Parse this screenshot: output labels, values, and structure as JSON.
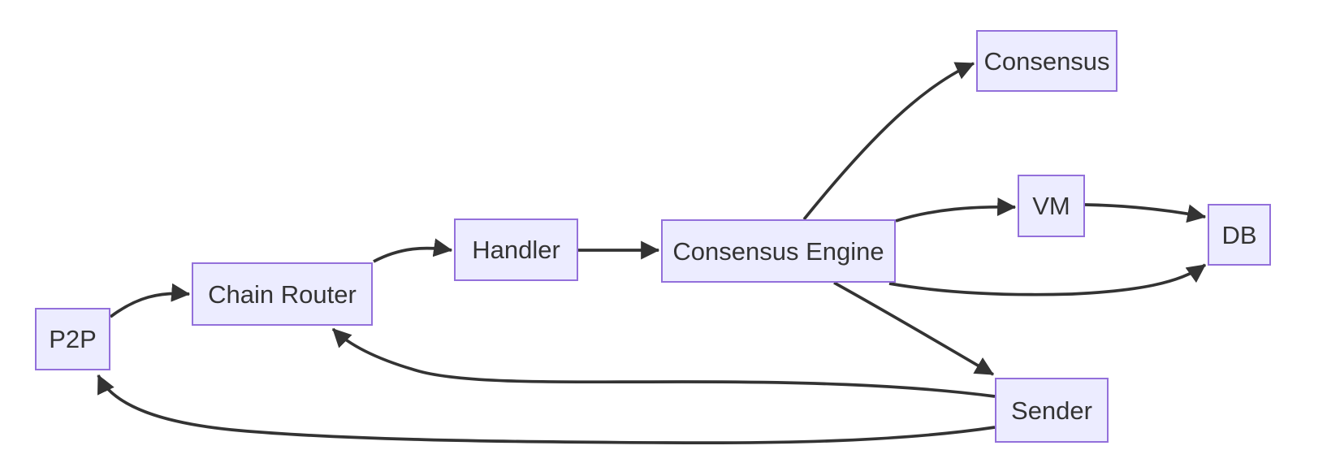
{
  "diagram": {
    "type": "flowchart",
    "direction": "left-to-right",
    "background": "#ffffff",
    "node_fill": "#ECECFF",
    "node_border": "#9370DB",
    "edge_color": "#333333",
    "text_color": "#333333",
    "nodes": [
      {
        "id": "p2p",
        "label": "P2P"
      },
      {
        "id": "chain_router",
        "label": "Chain Router"
      },
      {
        "id": "handler",
        "label": "Handler"
      },
      {
        "id": "consensus_engine",
        "label": "Consensus Engine"
      },
      {
        "id": "consensus",
        "label": "Consensus"
      },
      {
        "id": "vm",
        "label": "VM"
      },
      {
        "id": "db",
        "label": "DB"
      },
      {
        "id": "sender",
        "label": "Sender"
      }
    ],
    "edges": [
      {
        "from": "P2P",
        "to": "Chain Router"
      },
      {
        "from": "Chain Router",
        "to": "Handler"
      },
      {
        "from": "Handler",
        "to": "Consensus Engine"
      },
      {
        "from": "Consensus Engine",
        "to": "Consensus"
      },
      {
        "from": "Consensus Engine",
        "to": "VM"
      },
      {
        "from": "VM",
        "to": "DB"
      },
      {
        "from": "Consensus Engine",
        "to": "DB"
      },
      {
        "from": "Consensus Engine",
        "to": "Sender"
      },
      {
        "from": "Sender",
        "to": "Chain Router"
      },
      {
        "from": "Sender",
        "to": "P2P"
      }
    ]
  }
}
